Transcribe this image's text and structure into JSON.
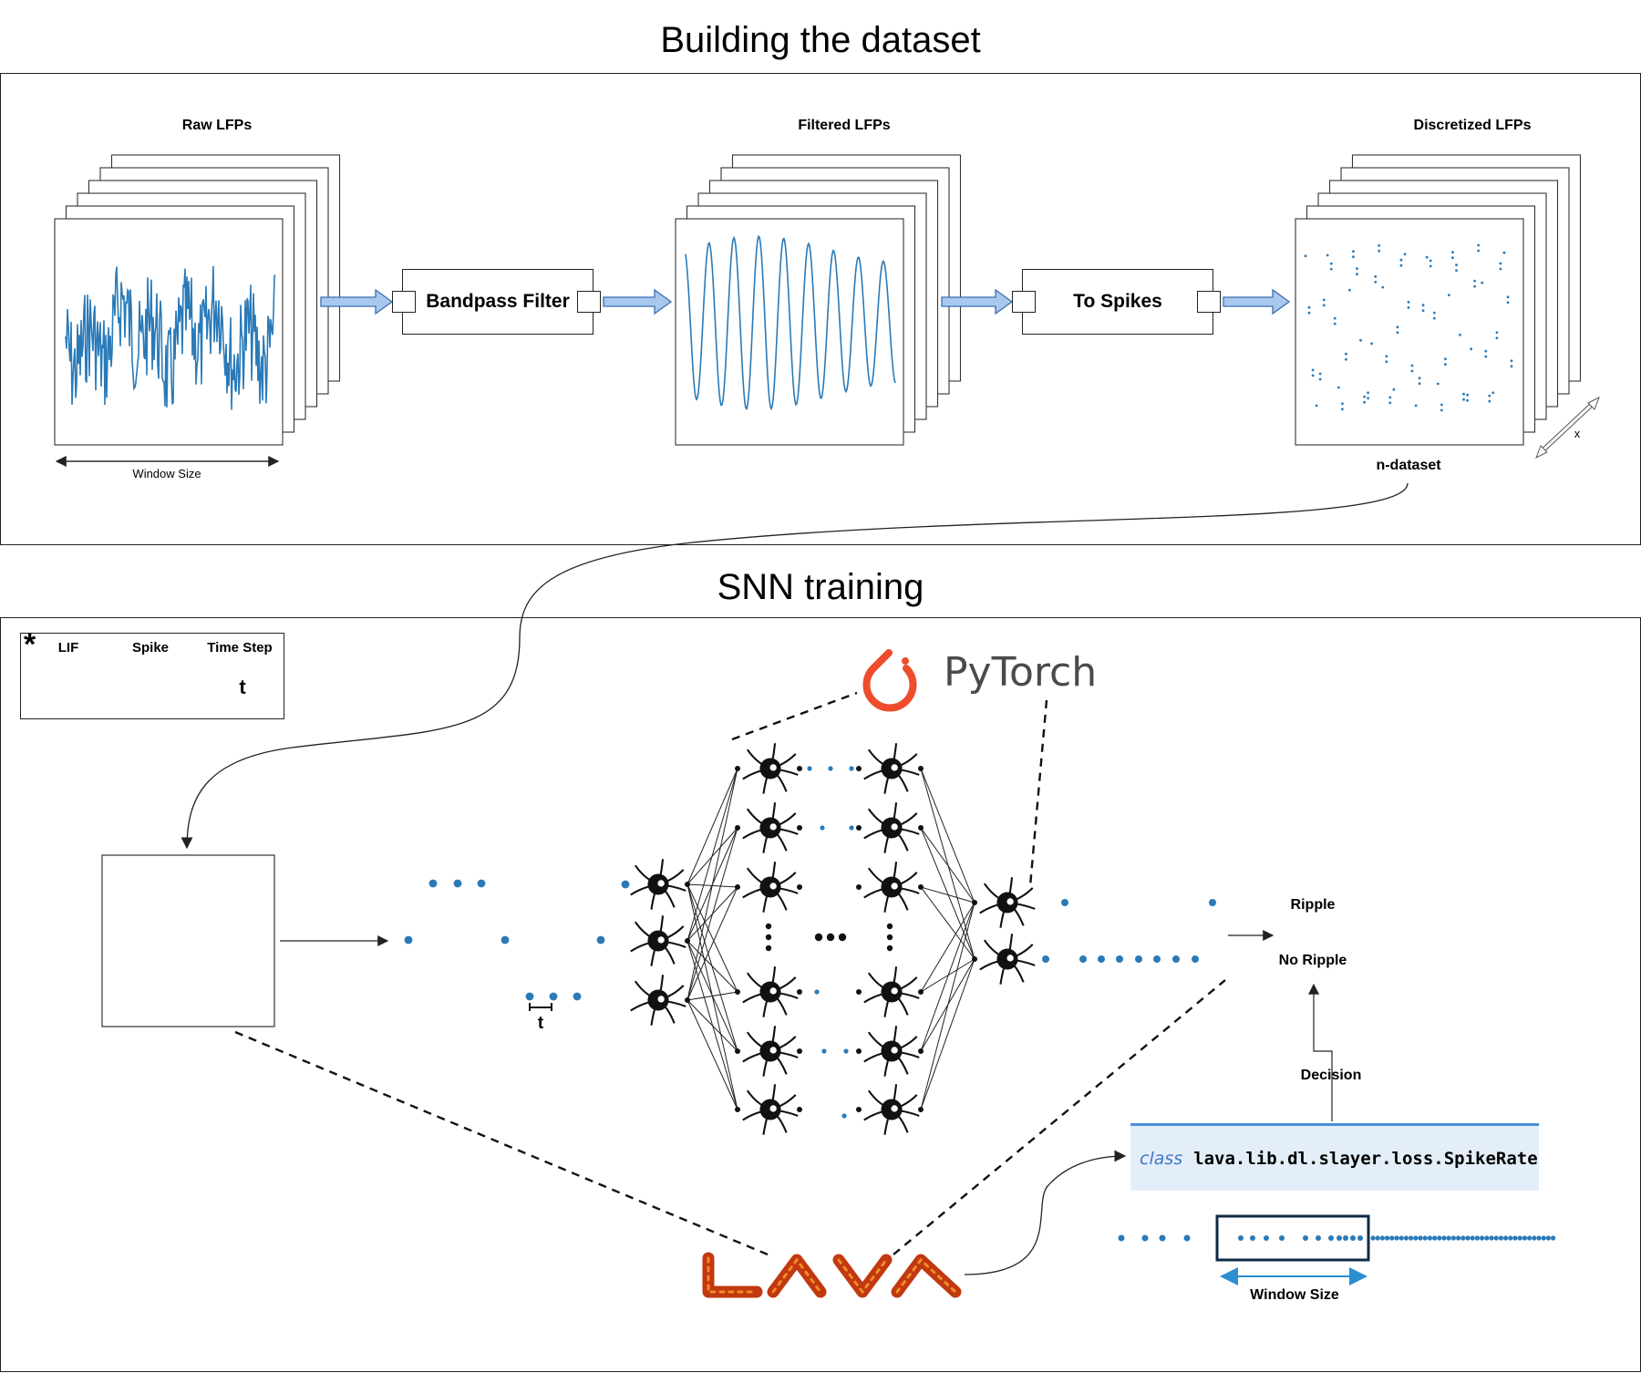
{
  "sections": {
    "dataset_title": "Building the dataset",
    "training_title": "SNN training"
  },
  "dataset": {
    "raw_label": "Raw LFPs",
    "filtered_label": "Filtered LFPs",
    "discretized_label": "Discretized LFPs",
    "window_size_label": "Window Size",
    "bandpass_label": "Bandpass Filter",
    "to_spikes_label": "To Spikes",
    "n_dataset_label": "n-dataset",
    "x_label": "x"
  },
  "legend": {
    "asterisk": "*",
    "lif_label": "LIF",
    "spike_label": "Spike",
    "time_step_label": "Time Step",
    "t_label": "t"
  },
  "training": {
    "t_label": "t",
    "ripple_label": "Ripple",
    "no_ripple_label": "No Ripple",
    "decision_label": "Decision",
    "code_keyword": "class",
    "code_text": "lava.lib.dl.slayer.loss.SpikeRate",
    "window_size_label": "Window Size",
    "pytorch_label": "PyTorch",
    "lava_label": "LAVA"
  },
  "colors": {
    "signal": "#2a7ab8",
    "spike": "#2a7ab8",
    "pytorch": "#ee4c2c",
    "lava": "#c63a12",
    "arrow_fill": "#a9c8ee"
  }
}
